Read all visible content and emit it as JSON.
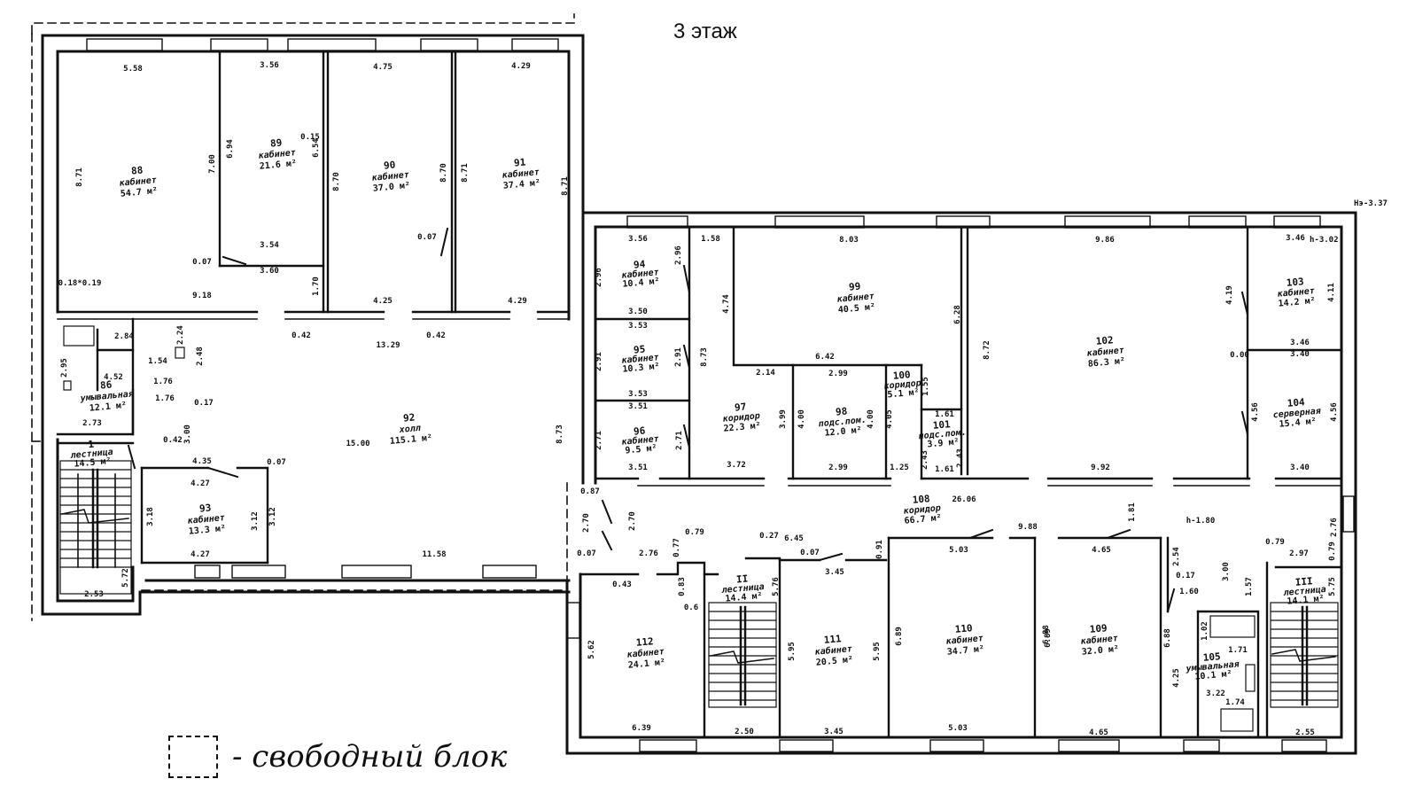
{
  "floor_title": "3 этаж",
  "corner_note": "Нэ-3.37",
  "corner_height": "h-3.02",
  "legend": {
    "text": "- свободный блок"
  },
  "rooms": [
    {
      "id": "r88",
      "number": "88",
      "name": "кабинет",
      "area": "54.7 м²"
    },
    {
      "id": "r89",
      "number": "89",
      "name": "кабинет",
      "area": "21.6 м²"
    },
    {
      "id": "r90",
      "number": "90",
      "name": "кабинет",
      "area": "37.0 м²"
    },
    {
      "id": "r91",
      "number": "91",
      "name": "кабинет",
      "area": "37.4 м²"
    },
    {
      "id": "r92",
      "number": "92",
      "name": "холл",
      "area": "115.1 м²"
    },
    {
      "id": "r93",
      "number": "93",
      "name": "кабинет",
      "area": "13.3 м²"
    },
    {
      "id": "r86",
      "number": "86",
      "name": "умывальная",
      "area": "12.1 м²"
    },
    {
      "id": "r_st1",
      "number": "1",
      "name": "лестница",
      "area": "14.5 м²"
    },
    {
      "id": "r94",
      "number": "94",
      "name": "кабинет",
      "area": "10.4 м²"
    },
    {
      "id": "r95",
      "number": "95",
      "name": "кабинет",
      "area": "10.3 м²"
    },
    {
      "id": "r96",
      "number": "96",
      "name": "кабинет",
      "area": "9.5 м²"
    },
    {
      "id": "r97",
      "number": "97",
      "name": "коридор",
      "area": "22.3 м²"
    },
    {
      "id": "r98",
      "number": "98",
      "name": "подс.пом.",
      "area": "12.0 м²"
    },
    {
      "id": "r99",
      "number": "99",
      "name": "кабинет",
      "area": "40.5 м²"
    },
    {
      "id": "r100",
      "number": "100",
      "name": "коридор",
      "area": "5.1 м²"
    },
    {
      "id": "r101",
      "number": "101",
      "name": "подс.пом.",
      "area": "3.9 м²"
    },
    {
      "id": "r102",
      "number": "102",
      "name": "кабинет",
      "area": "86.3 м²"
    },
    {
      "id": "r103",
      "number": "103",
      "name": "кабинет",
      "area": "14.2 м²"
    },
    {
      "id": "r104",
      "number": "104",
      "name": "серверная",
      "area": "15.4 м²"
    },
    {
      "id": "r108",
      "number": "108",
      "name": "коридор",
      "area": "66.7 м²"
    },
    {
      "id": "r112",
      "number": "112",
      "name": "кабинет",
      "area": "24.1 м²"
    },
    {
      "id": "r_st2",
      "number": "II",
      "name": "лестница",
      "area": "14.4 м²"
    },
    {
      "id": "r111",
      "number": "111",
      "name": "кабинет",
      "area": "20.5 м²"
    },
    {
      "id": "r110",
      "number": "110",
      "name": "кабинет",
      "area": "34.7 м²"
    },
    {
      "id": "r109",
      "number": "109",
      "name": "кабинет",
      "area": "32.0 м²"
    },
    {
      "id": "r105",
      "number": "105",
      "name": "умывальная",
      "area": "10.1 м²"
    },
    {
      "id": "r_st3",
      "number": "III",
      "name": "лестница",
      "area": "14.1 м²"
    }
  ],
  "dimensions": [
    "5.58",
    "3.56",
    "4.75",
    "4.29",
    "8.71",
    "7.00",
    "6.94",
    "0.15",
    "6.54",
    "8.70",
    "8.70",
    "8.71",
    "8.71",
    "3.54",
    "3.60",
    "0.07",
    "0.07",
    "1.70",
    "0.18*0.19",
    "9.18",
    "4.25",
    "4.29",
    "0.42",
    "0.42",
    "13.29",
    "2.84",
    "2.24",
    "1.54",
    "2.48",
    "1.76",
    "1.76",
    "4.52",
    "2.95",
    "2.73",
    "0.17",
    "0.42",
    "3.00",
    "4.35",
    "0.07",
    "4.27",
    "3.12",
    "3.12",
    "3.18",
    "4.27",
    "11.58",
    "15.00",
    "8.73",
    "2.53",
    "5.72",
    "3.56",
    "2.96",
    "2.96",
    "1.58",
    "3.50",
    "3.53",
    "2.91",
    "2.91",
    "8.73",
    "3.53",
    "3.51",
    "2.71",
    "2.71",
    "3.51",
    "3.72",
    "4.74",
    "8.03",
    "6.42",
    "2.14",
    "2.99",
    "2.99",
    "3.99",
    "4.00",
    "4.00",
    "4.05",
    "1.55",
    "1.25",
    "1.61",
    "1.61",
    "2.43",
    "2.43",
    "6.28",
    "9.86",
    "8.72",
    "4.19",
    "3.46",
    "4.11",
    "3.46",
    "3.40",
    "0.00",
    "4.56",
    "4.56",
    "3.40",
    "9.92",
    "26.06",
    "0.87",
    "2.70",
    "2.70",
    "0.07",
    "2.76",
    "0.79",
    "0.77",
    "0.27",
    "6.45",
    "0.07",
    "3.45",
    "0.91",
    "5.03",
    "9.88",
    "4.65",
    "1.81",
    "h-1.80",
    "2.54",
    "0.17",
    "1.60",
    "3.00",
    "1.57",
    "2.76",
    "0.79",
    "2.97",
    "0.79",
    "0.43",
    "0.83",
    "0.6",
    "5.62",
    "6.39",
    "5.76",
    "2.50",
    "5.95",
    "5.95",
    "3.45",
    "6.89",
    "6.89",
    "5.03",
    "6.88",
    "6.88",
    "4.65",
    "4.25",
    "1.02",
    "1.71",
    "3.22",
    "1.74",
    "5.75",
    "2.55"
  ]
}
